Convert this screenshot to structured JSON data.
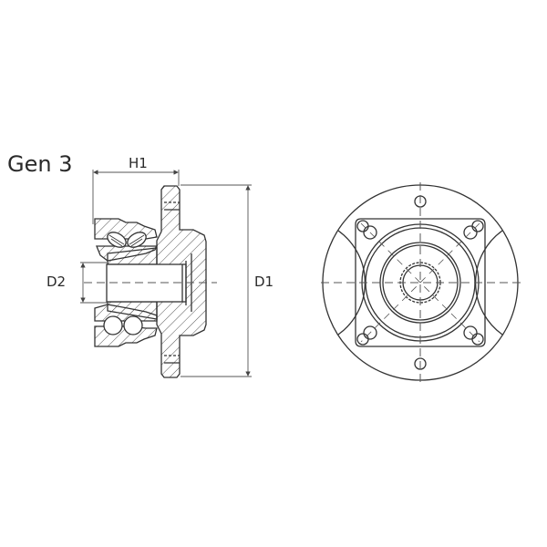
{
  "diagram": {
    "title": "Gen 3",
    "subject": "wheel hub bearing unit technical drawing",
    "views": [
      {
        "name": "section-view",
        "description": "side cross-section of hub bearing with flange and double-row balls"
      },
      {
        "name": "front-view",
        "description": "front view of flange with 4 bolt holes, square plate, splined bore"
      }
    ],
    "dimensions": {
      "h1": "H1",
      "d1": "D1",
      "d2": "D2"
    },
    "colors": {
      "line": "#3a3a3a",
      "dim_line": "#555555",
      "background": "#ffffff"
    }
  }
}
